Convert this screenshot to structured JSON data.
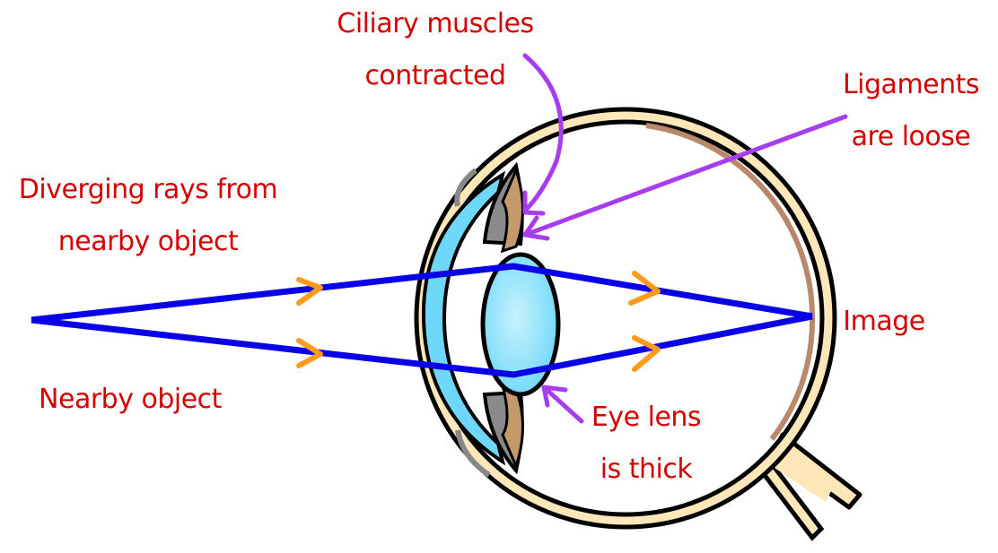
{
  "labels": {
    "ciliary": [
      "Ciliary muscles",
      "contracted"
    ],
    "ligaments": [
      "Ligaments",
      "are loose"
    ],
    "diverging": [
      "Diverging rays from",
      "nearby object"
    ],
    "image": "Image",
    "object": "Nearby object",
    "lens": [
      "Eye lens",
      "is thick"
    ]
  },
  "colors": {
    "label_text": "#d40000",
    "pointer": "#a83cf0",
    "ray": "#0a00e8",
    "ray_arrow": "#ff9a1a",
    "sclera": "#fde6b8",
    "choroid": "#b9876a",
    "cornea": "#6fd8f8",
    "lens": "#6fd8f8",
    "ciliary": "#c49a6c",
    "iris": "#8a8a8a"
  }
}
